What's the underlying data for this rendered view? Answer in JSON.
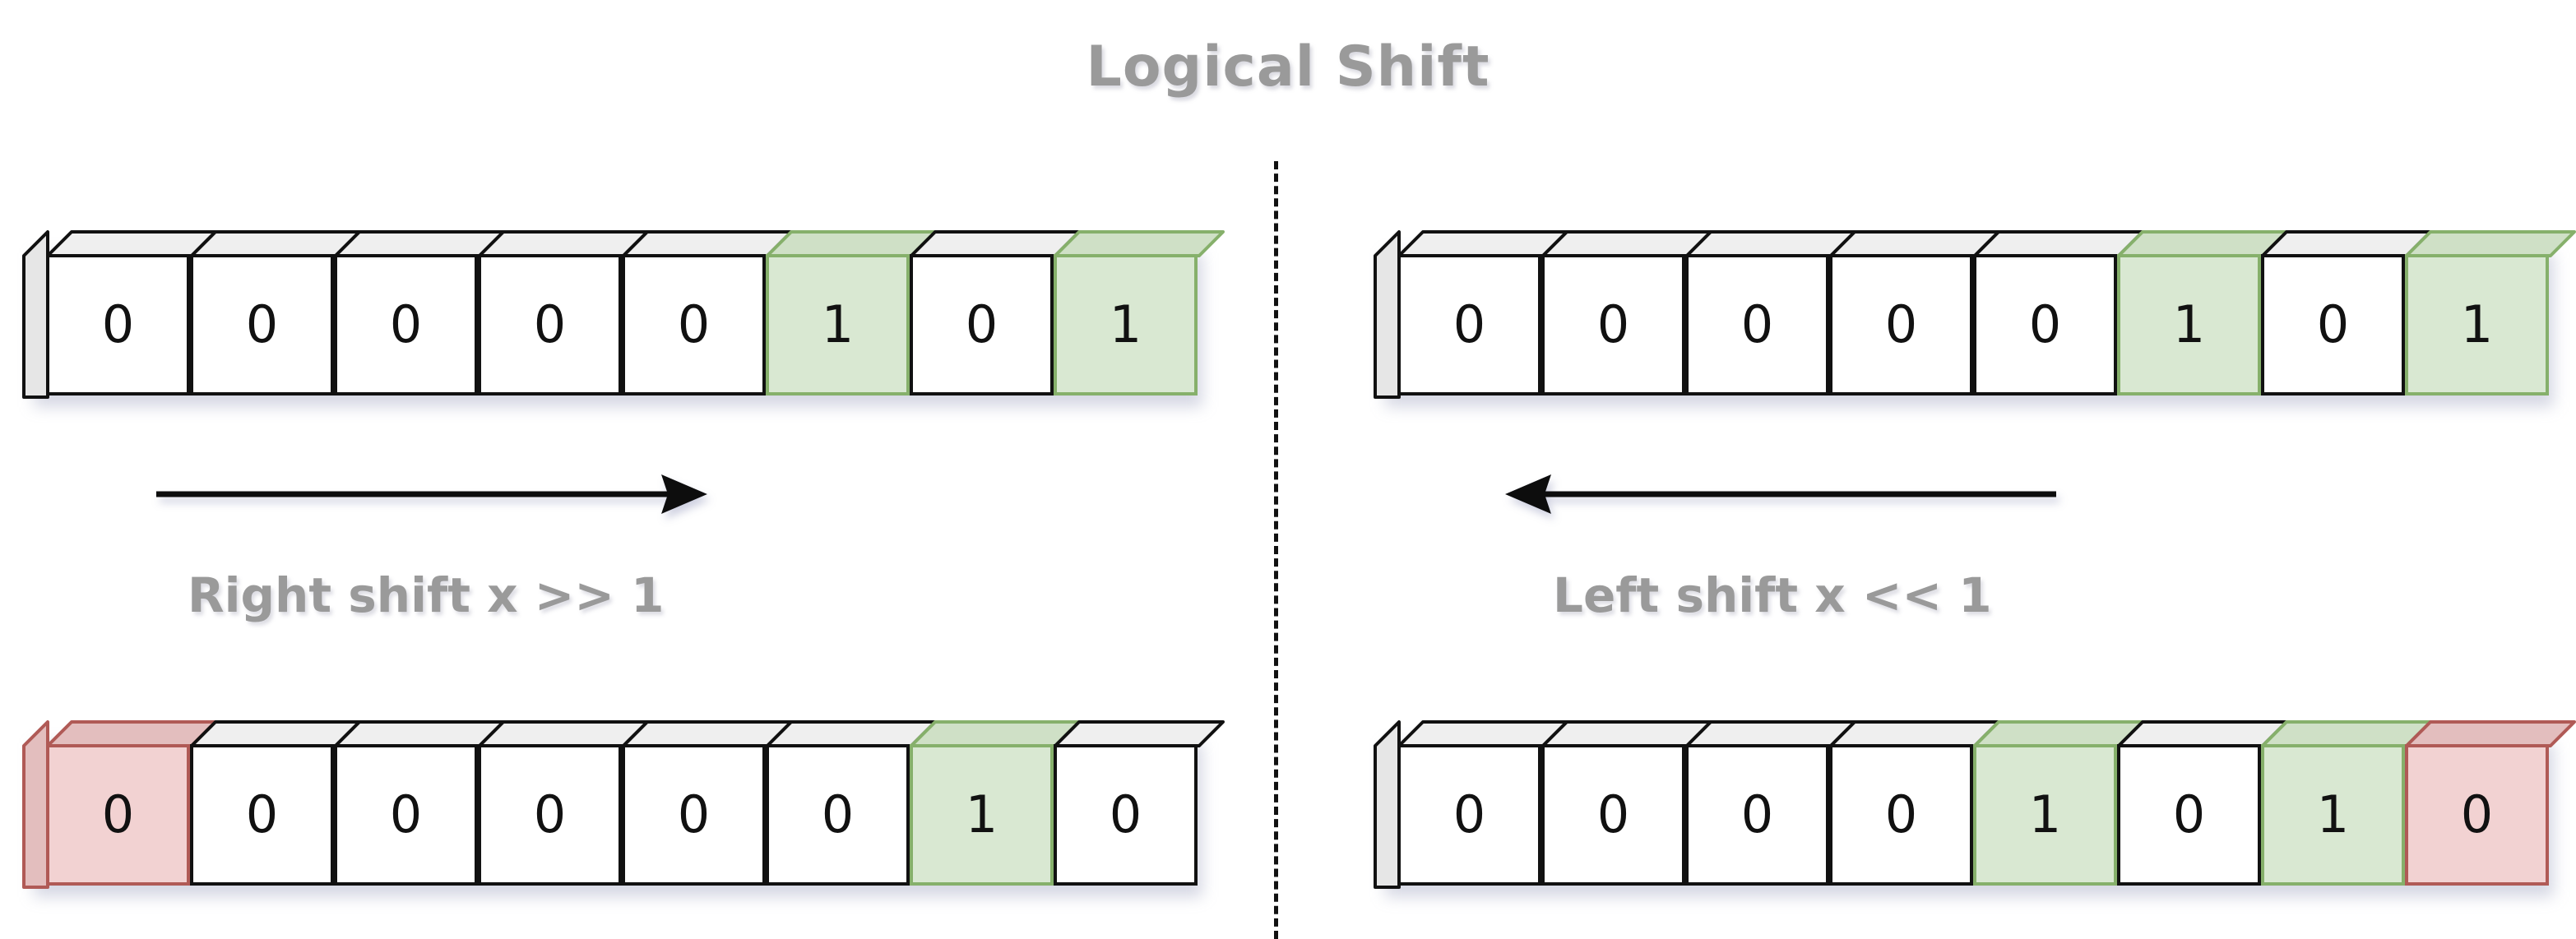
{
  "title": "Logical Shift",
  "colors": {
    "highlight_green_fill": "#d9e8d2",
    "highlight_green_border": "#86b06b",
    "highlight_red_fill": "#f2d2d2",
    "highlight_red_border": "#b05a56",
    "cell_fill": "#ffffff",
    "cell_border": "#111111",
    "top_face": "#efefef",
    "text_gray": "#9a9a9a",
    "arrow": "#111111"
  },
  "left_panel": {
    "caption": "Right shift x >> 1",
    "arrow": "arrow-right-icon",
    "input_row": {
      "bits": [
        "0",
        "0",
        "0",
        "0",
        "0",
        "1",
        "0",
        "1"
      ],
      "states": [
        "plain",
        "plain",
        "plain",
        "plain",
        "plain",
        "green",
        "plain",
        "green"
      ]
    },
    "output_row": {
      "bits": [
        "0",
        "0",
        "0",
        "0",
        "0",
        "0",
        "1",
        "0"
      ],
      "states": [
        "red",
        "plain",
        "plain",
        "plain",
        "plain",
        "plain",
        "green",
        "plain"
      ]
    }
  },
  "right_panel": {
    "caption": "Left shift x << 1",
    "arrow": "arrow-left-icon",
    "input_row": {
      "bits": [
        "0",
        "0",
        "0",
        "0",
        "0",
        "1",
        "0",
        "1"
      ],
      "states": [
        "plain",
        "plain",
        "plain",
        "plain",
        "plain",
        "green",
        "plain",
        "green"
      ]
    },
    "output_row": {
      "bits": [
        "0",
        "0",
        "0",
        "0",
        "1",
        "0",
        "1",
        "0"
      ],
      "states": [
        "plain",
        "plain",
        "plain",
        "plain",
        "green",
        "plain",
        "green",
        "red"
      ]
    }
  }
}
